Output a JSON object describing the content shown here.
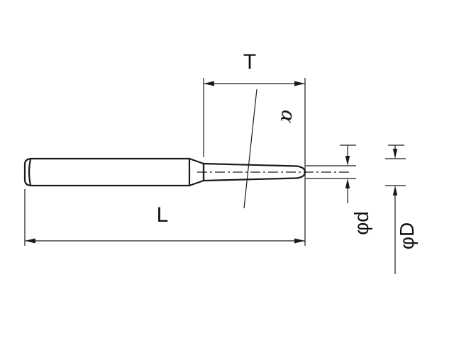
{
  "drawing": {
    "labels": {
      "cut_length": "T",
      "overall_length": "L",
      "taper_angle": "α",
      "tip_diameter": "φd",
      "shank_diameter": "φD"
    },
    "colors": {
      "line": "#1a1a1a",
      "background": "#ffffff"
    }
  }
}
